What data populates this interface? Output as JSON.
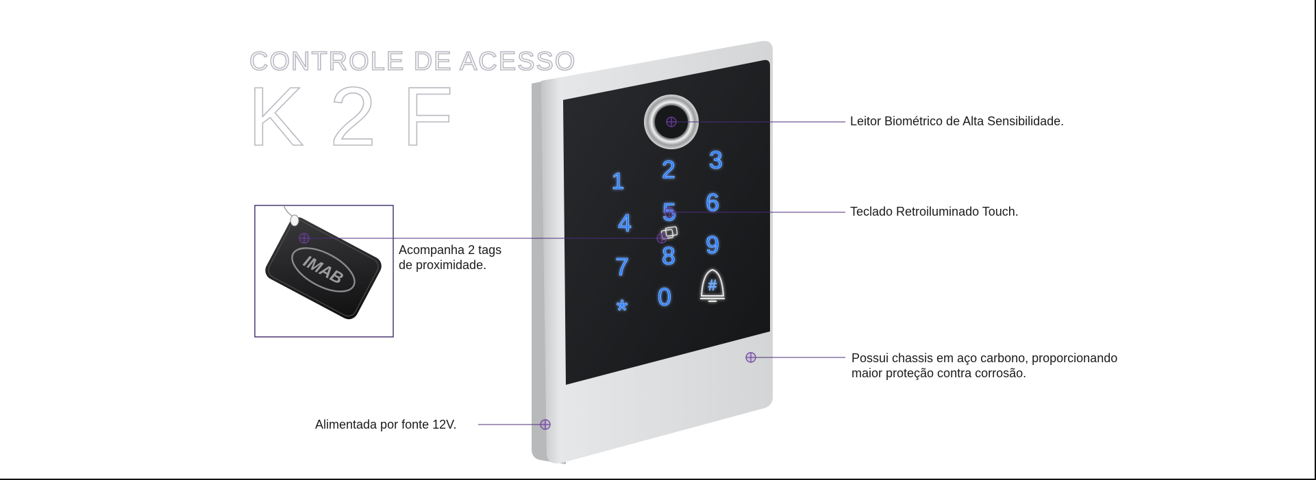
{
  "heading": {
    "subtitle": "CONTROLE DE ACESSO",
    "model": "K 2 F"
  },
  "device": {
    "keys": [
      "1",
      "2",
      "3",
      "4",
      "5",
      "6",
      "7",
      "8",
      "9",
      "*",
      "0",
      "#"
    ]
  },
  "tag": {
    "brand": "IMAB"
  },
  "callouts": {
    "biometric": "Leitor Biométrico de Alta Sensibilidade.",
    "keypad": "Teclado Retroiluminado Touch.",
    "tags_line1": "Acompanha 2 tags",
    "tags_line2": "de proximidade.",
    "chassis_line1": "Possui chassis em aço carbono, proporcionando",
    "chassis_line2": "maior proteção contra corrosão.",
    "power": "Alimentada por fonte 12V."
  },
  "colors": {
    "accent": "#6b3fa0",
    "outline_title": "#b9b9c2",
    "key_glow": "#2f7dff",
    "panel": "#1e1f21",
    "chassis": "#d9dadb"
  },
  "icons": {
    "marker": "crosshair-circle-icon",
    "bell": "bell-icon",
    "rfid": "rfid-card-icon"
  }
}
